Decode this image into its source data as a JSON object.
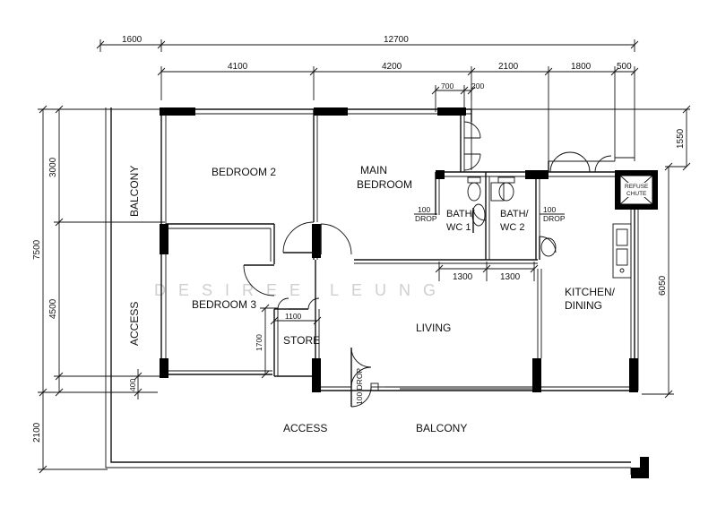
{
  "rooms": {
    "bedroom2": "BEDROOM 2",
    "main_bedroom_1": "MAIN",
    "main_bedroom_2": "BEDROOM",
    "bedroom3": "BEDROOM 3",
    "store": "STORE",
    "living": "LIVING",
    "kitchen_1": "KITCHEN/",
    "kitchen_2": "DINING",
    "bath1_1": "BATH/",
    "bath1_2": "WC 1",
    "bath2_1": "BATH/",
    "bath2_2": "WC 2",
    "refuse_1": "REFUSE",
    "refuse_2": "CHUTE",
    "balcony_left": "BALCONY",
    "access_left": "ACCESS",
    "access_bottom": "ACCESS",
    "balcony_bottom": "BALCONY"
  },
  "dimensions": {
    "top_1600": "1600",
    "top_12700": "12700",
    "top_4100": "4100",
    "top_4200": "4200",
    "top_2100": "2100",
    "top_1800": "1800",
    "top_500": "500",
    "top_700": "700",
    "top_200": "200",
    "left_7500": "7500",
    "left_3000": "3000",
    "left_4500": "4500",
    "left_400": "400",
    "left_2100": "2100",
    "right_1550": "1550",
    "right_6050": "6050",
    "bath_1300_a": "1300",
    "bath_1300_b": "1300",
    "store_1100": "1100",
    "store_1700": "1700"
  },
  "drops": {
    "drop_a_num": "100",
    "drop_a_txt": "DROP",
    "drop_b_num": "100",
    "drop_b_txt": "DROP",
    "drop_c": "100 DROP"
  },
  "watermark": "DESIREE LEUNG"
}
